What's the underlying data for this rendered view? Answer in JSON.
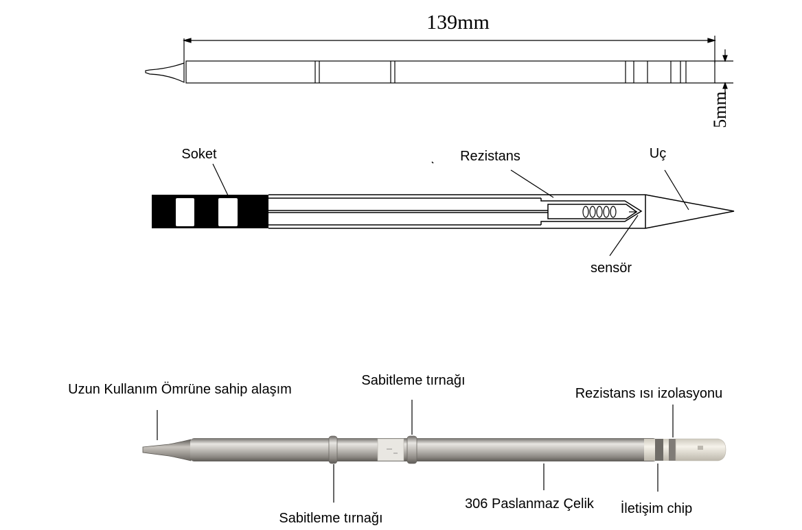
{
  "dimensions": {
    "length": "139mm",
    "diameter": "5mm"
  },
  "cross_section": {
    "socket": "Soket",
    "resistor": "Rezistans",
    "tip": "Uç",
    "sensor": "sensör"
  },
  "photo": {
    "alloy": "Uzun Kullanım Ömrüne sahip alaşım",
    "fixing_tab_top": "Sabitleme  tırnağı",
    "heat_insulation": "Rezistans ısı izolasyonu",
    "fixing_tab_bottom": "Sabitleme  tırnağı",
    "steel": "306 Paslanmaz Çelik",
    "chip": "İletişim chip"
  },
  "colors": {
    "line": "#000000",
    "shaft_light": "#d8d6d2",
    "shaft_dark": "#8c8985",
    "insulator": "#ece8dd"
  }
}
